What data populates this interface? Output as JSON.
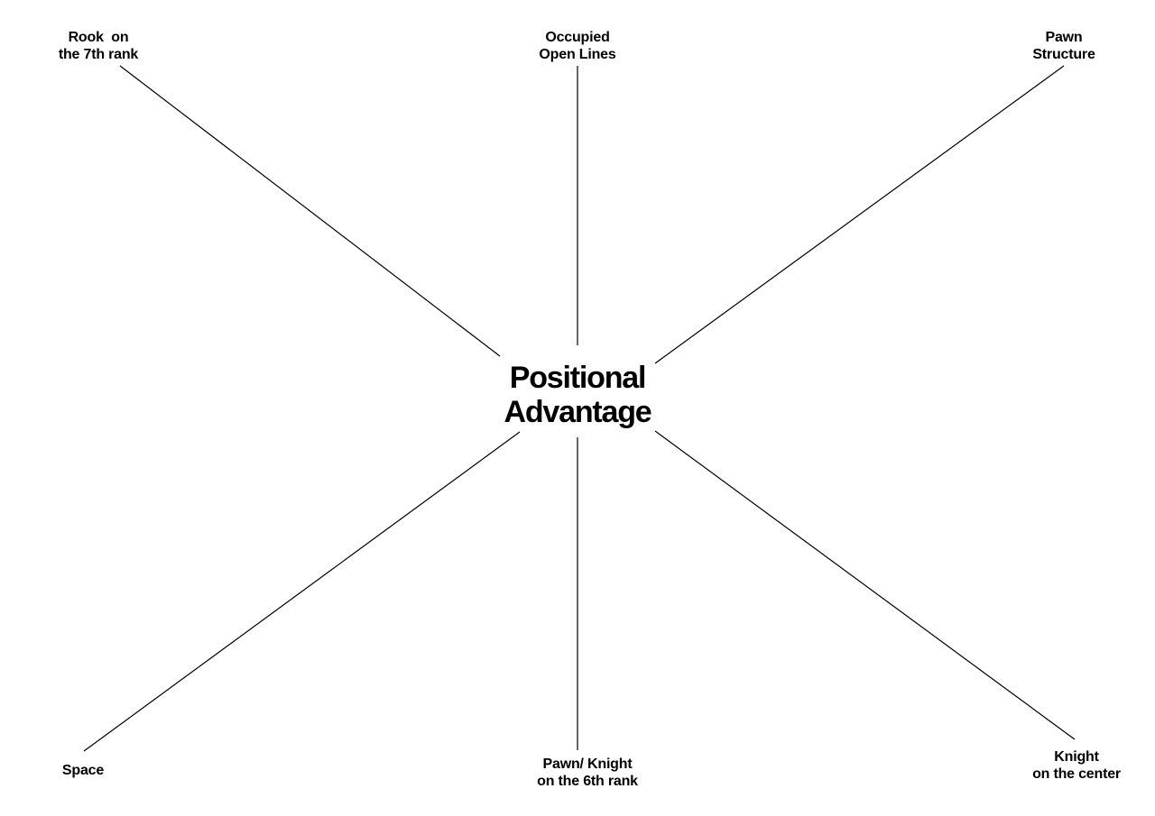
{
  "center": {
    "title": "Positional\nAdvantage"
  },
  "factors": {
    "rook_7th": "Rook  on\nthe 7th rank",
    "open_lines": "Occupied\nOpen Lines",
    "pawn_structure": "Pawn\nStructure",
    "space": "Space",
    "pawn_knight_6th": "Pawn/ Knight\non the 6th rank",
    "knight_center": "Knight\non the center"
  },
  "colors": {
    "line": "#000000",
    "text": "#000000",
    "background": "#ffffff"
  }
}
